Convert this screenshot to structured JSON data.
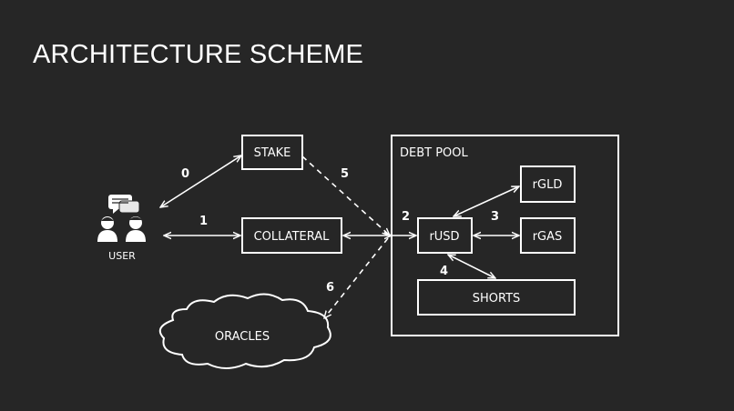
{
  "title": "ARCHITECTURE SCHEME",
  "nodes": {
    "user": "USER",
    "stake": "STAKE",
    "collateral": "COLLATERAL",
    "oracles": "ORACLES",
    "debt_pool": "DEBT POOL",
    "rusd": "rUSD",
    "rgld": "rGLD",
    "rgas": "rGAS",
    "shorts": "SHORTS"
  },
  "steps": [
    "0",
    "1",
    "2",
    "3",
    "4",
    "5",
    "6"
  ],
  "colors": {
    "background": "#262626",
    "foreground": "#ffffff"
  }
}
